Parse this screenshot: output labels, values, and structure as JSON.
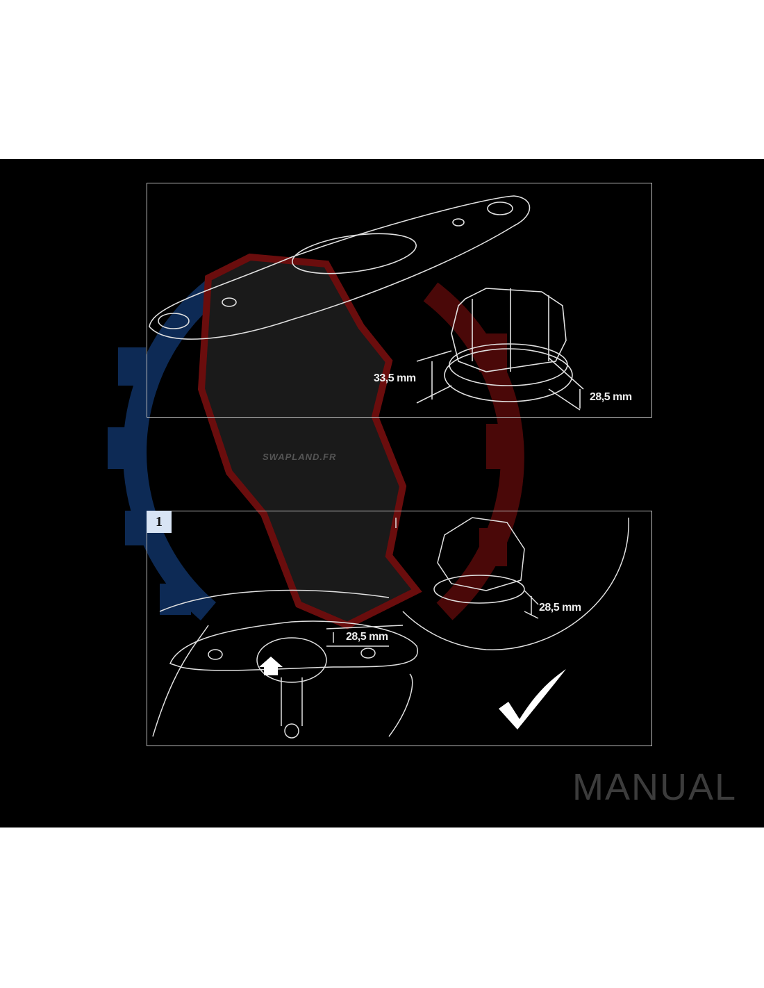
{
  "diagram": {
    "top_panel": {
      "dimension_left": "33,5 mm",
      "dimension_right": "28,5 mm"
    },
    "bottom_panel": {
      "step_number": "1",
      "dimension_inset": "28,5 mm",
      "dimension_main": "28,5 mm",
      "status_icon": "checkmark-icon"
    },
    "watermark": "SWAPLAND.FR",
    "footer_label": "MANUAL",
    "colors": {
      "background": "#000000",
      "line": "#e6e6e6",
      "watermark_blue": "#0d2a55",
      "watermark_red": "#5a0a0a",
      "footer": "#3c3c3c"
    }
  }
}
